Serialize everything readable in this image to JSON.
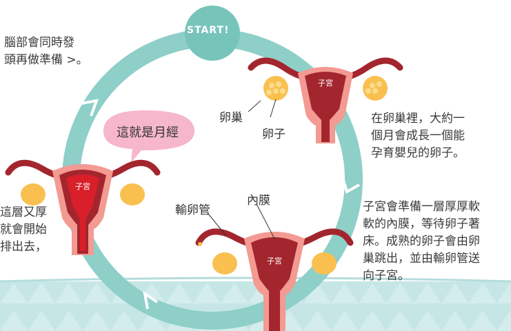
{
  "start_label": "START!",
  "bubble_text": "這就是月經",
  "uterus_label": "子宮",
  "labels": {
    "ovary": "卵巢",
    "egg": "卵子",
    "fallopian_tube": "輸卵管",
    "endometrium": "內膜"
  },
  "paragraphs": {
    "top_left": [
      "腦部會同時發",
      "頭再做準備 >。"
    ],
    "right_top": [
      "在卵巢裡，大約一",
      "個月會成長一個能",
      "孕育嬰兒的卵子。"
    ],
    "right_bottom": [
      "子宮會準備一層厚厚軟",
      "軟的內膜，等待卵子著",
      "床。成熟的卵子會由卵",
      "巢跳出，並由輸卵管送",
      "向子宮。"
    ],
    "left": [
      "這層又厚",
      "就會開始",
      "排出去，"
    ]
  },
  "colors": {
    "cycle_ring": "#8ecfc8",
    "start_circle": "#77c4bb",
    "bubble": "#f6b6cc",
    "uterus_dark": "#a3262e",
    "uterus_pink": "#f39a92",
    "ovary": "#f9c04f",
    "floor": "#c6e6e6"
  }
}
